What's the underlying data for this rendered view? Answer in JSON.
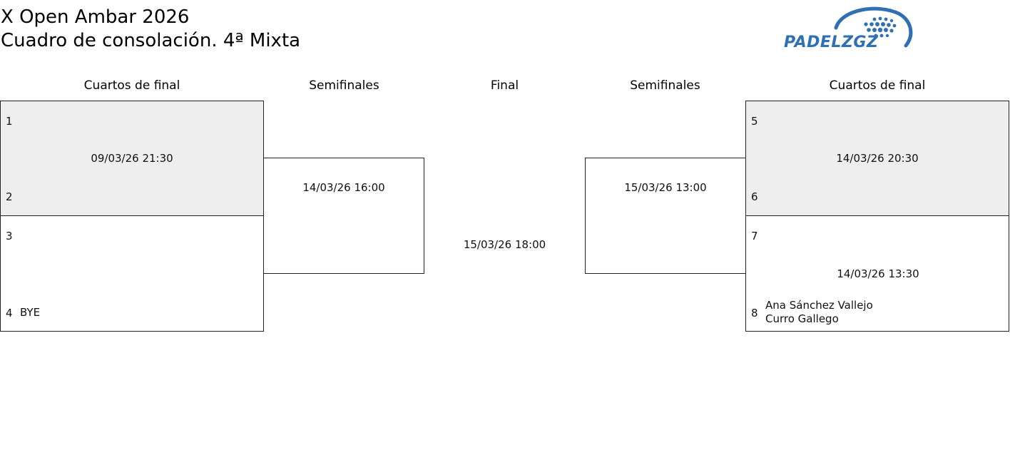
{
  "header": {
    "title": "X Open Ambar 2026",
    "subtitle": "Cuadro de consolación. 4ª Mixta",
    "logo_text": "PADELZGZ"
  },
  "rounds": {
    "left_quarter": "Cuartos de final",
    "left_semi": "Semifinales",
    "final": "Final",
    "right_semi": "Semifinales",
    "right_quarter": "Cuartos de final"
  },
  "matches": {
    "qf1": {
      "date": "09/03/26 21:30",
      "seed_top": "1",
      "seed_bottom": "2",
      "team_top": "",
      "team_bottom": ""
    },
    "qf2": {
      "date": "",
      "seed_top": "3",
      "seed_bottom": "4",
      "team_top": "",
      "team_bottom": "BYE"
    },
    "qf3": {
      "date": "14/03/26 20:30",
      "seed_top": "5",
      "seed_bottom": "6",
      "team_top": "",
      "team_bottom": ""
    },
    "qf4": {
      "date": "14/03/26 13:30",
      "seed_top": "7",
      "seed_bottom": "8",
      "team_top": "",
      "team_bottom_player1": "Ana Sánchez Vallejo",
      "team_bottom_player2": "Curro Gallego"
    },
    "sf1": {
      "date": "14/03/26 16:00"
    },
    "sf2": {
      "date": "15/03/26 13:00"
    },
    "final": {
      "date": "15/03/26 18:00"
    }
  },
  "colors": {
    "logo_blue": "#2f6fb4",
    "shaded_box": "#eeeeee",
    "border": "#222222"
  }
}
